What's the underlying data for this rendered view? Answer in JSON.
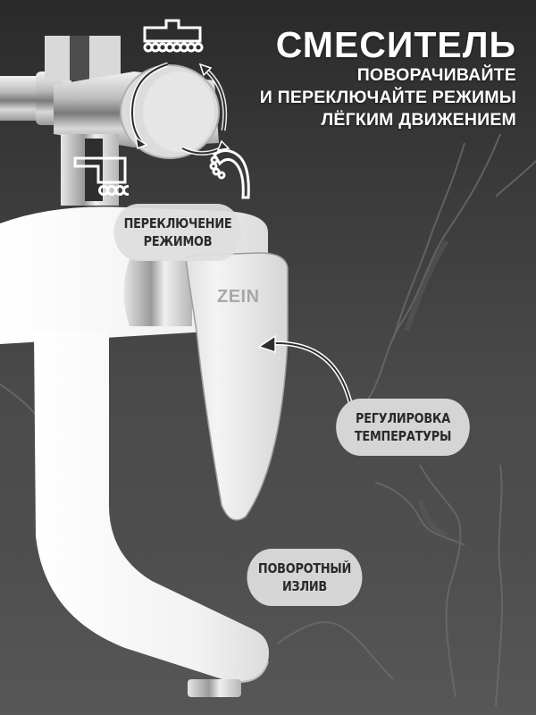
{
  "headline": {
    "title": "СМЕСИТЕЛЬ",
    "lines": [
      "ПОВОРАЧИВАЙТЕ",
      "И ПЕРЕКЛЮЧАЙТЕ РЕЖИМЫ",
      "ЛЁГКИМ ДВИЖЕНИЕМ"
    ]
  },
  "labels": {
    "mode_switch": [
      "ПЕРЕКЛЮЧЕНИЕ",
      "РЕЖИМОВ"
    ],
    "temperature": [
      "РЕГУЛИРОВКА",
      "ТЕМПЕРАТУРЫ"
    ],
    "spout": [
      "ПОВОРОТНЫЙ",
      "ИЗЛИВ"
    ]
  },
  "product": {
    "brand_logo": "ZEIN"
  },
  "icons": [
    "overhead-shower-icon",
    "spout-icon",
    "hand-shower-icon",
    "rotate-cycle-arrows-icon",
    "pointer-arrow-icon"
  ],
  "colors": {
    "background_dark": "#2a2a2a",
    "background_mid": "#4a4a4a",
    "text_white": "#ffffff",
    "pill_bg": "#dedede",
    "pill_text": "#2b2b2b",
    "chrome": "#cfcfcf",
    "white_body": "#f4f4f4"
  }
}
